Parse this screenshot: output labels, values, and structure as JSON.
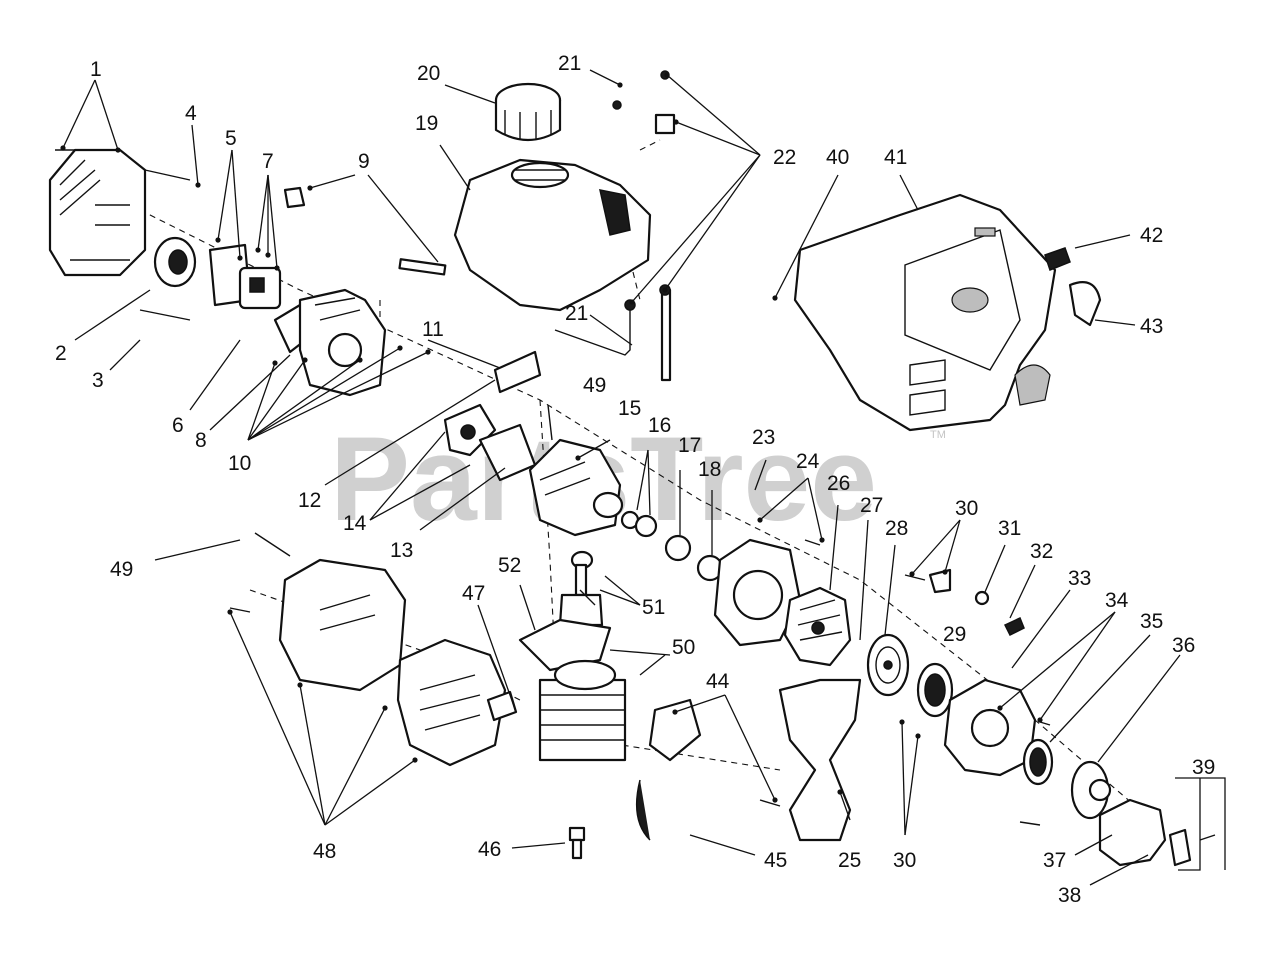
{
  "watermark": {
    "text": "PartsTree",
    "trademark": "TM"
  },
  "callouts": [
    "1",
    "2",
    "3",
    "4",
    "5",
    "6",
    "7",
    "8",
    "9",
    "10",
    "11",
    "12",
    "13",
    "14",
    "15",
    "16",
    "17",
    "18",
    "19",
    "20",
    "21",
    "21",
    "22",
    "23",
    "24",
    "25",
    "26",
    "27",
    "28",
    "29",
    "30",
    "30",
    "31",
    "32",
    "33",
    "34",
    "35",
    "36",
    "37",
    "38",
    "39",
    "40",
    "41",
    "42",
    "43",
    "44",
    "45",
    "46",
    "47",
    "48",
    "49",
    "49",
    "50",
    "51",
    "52"
  ]
}
